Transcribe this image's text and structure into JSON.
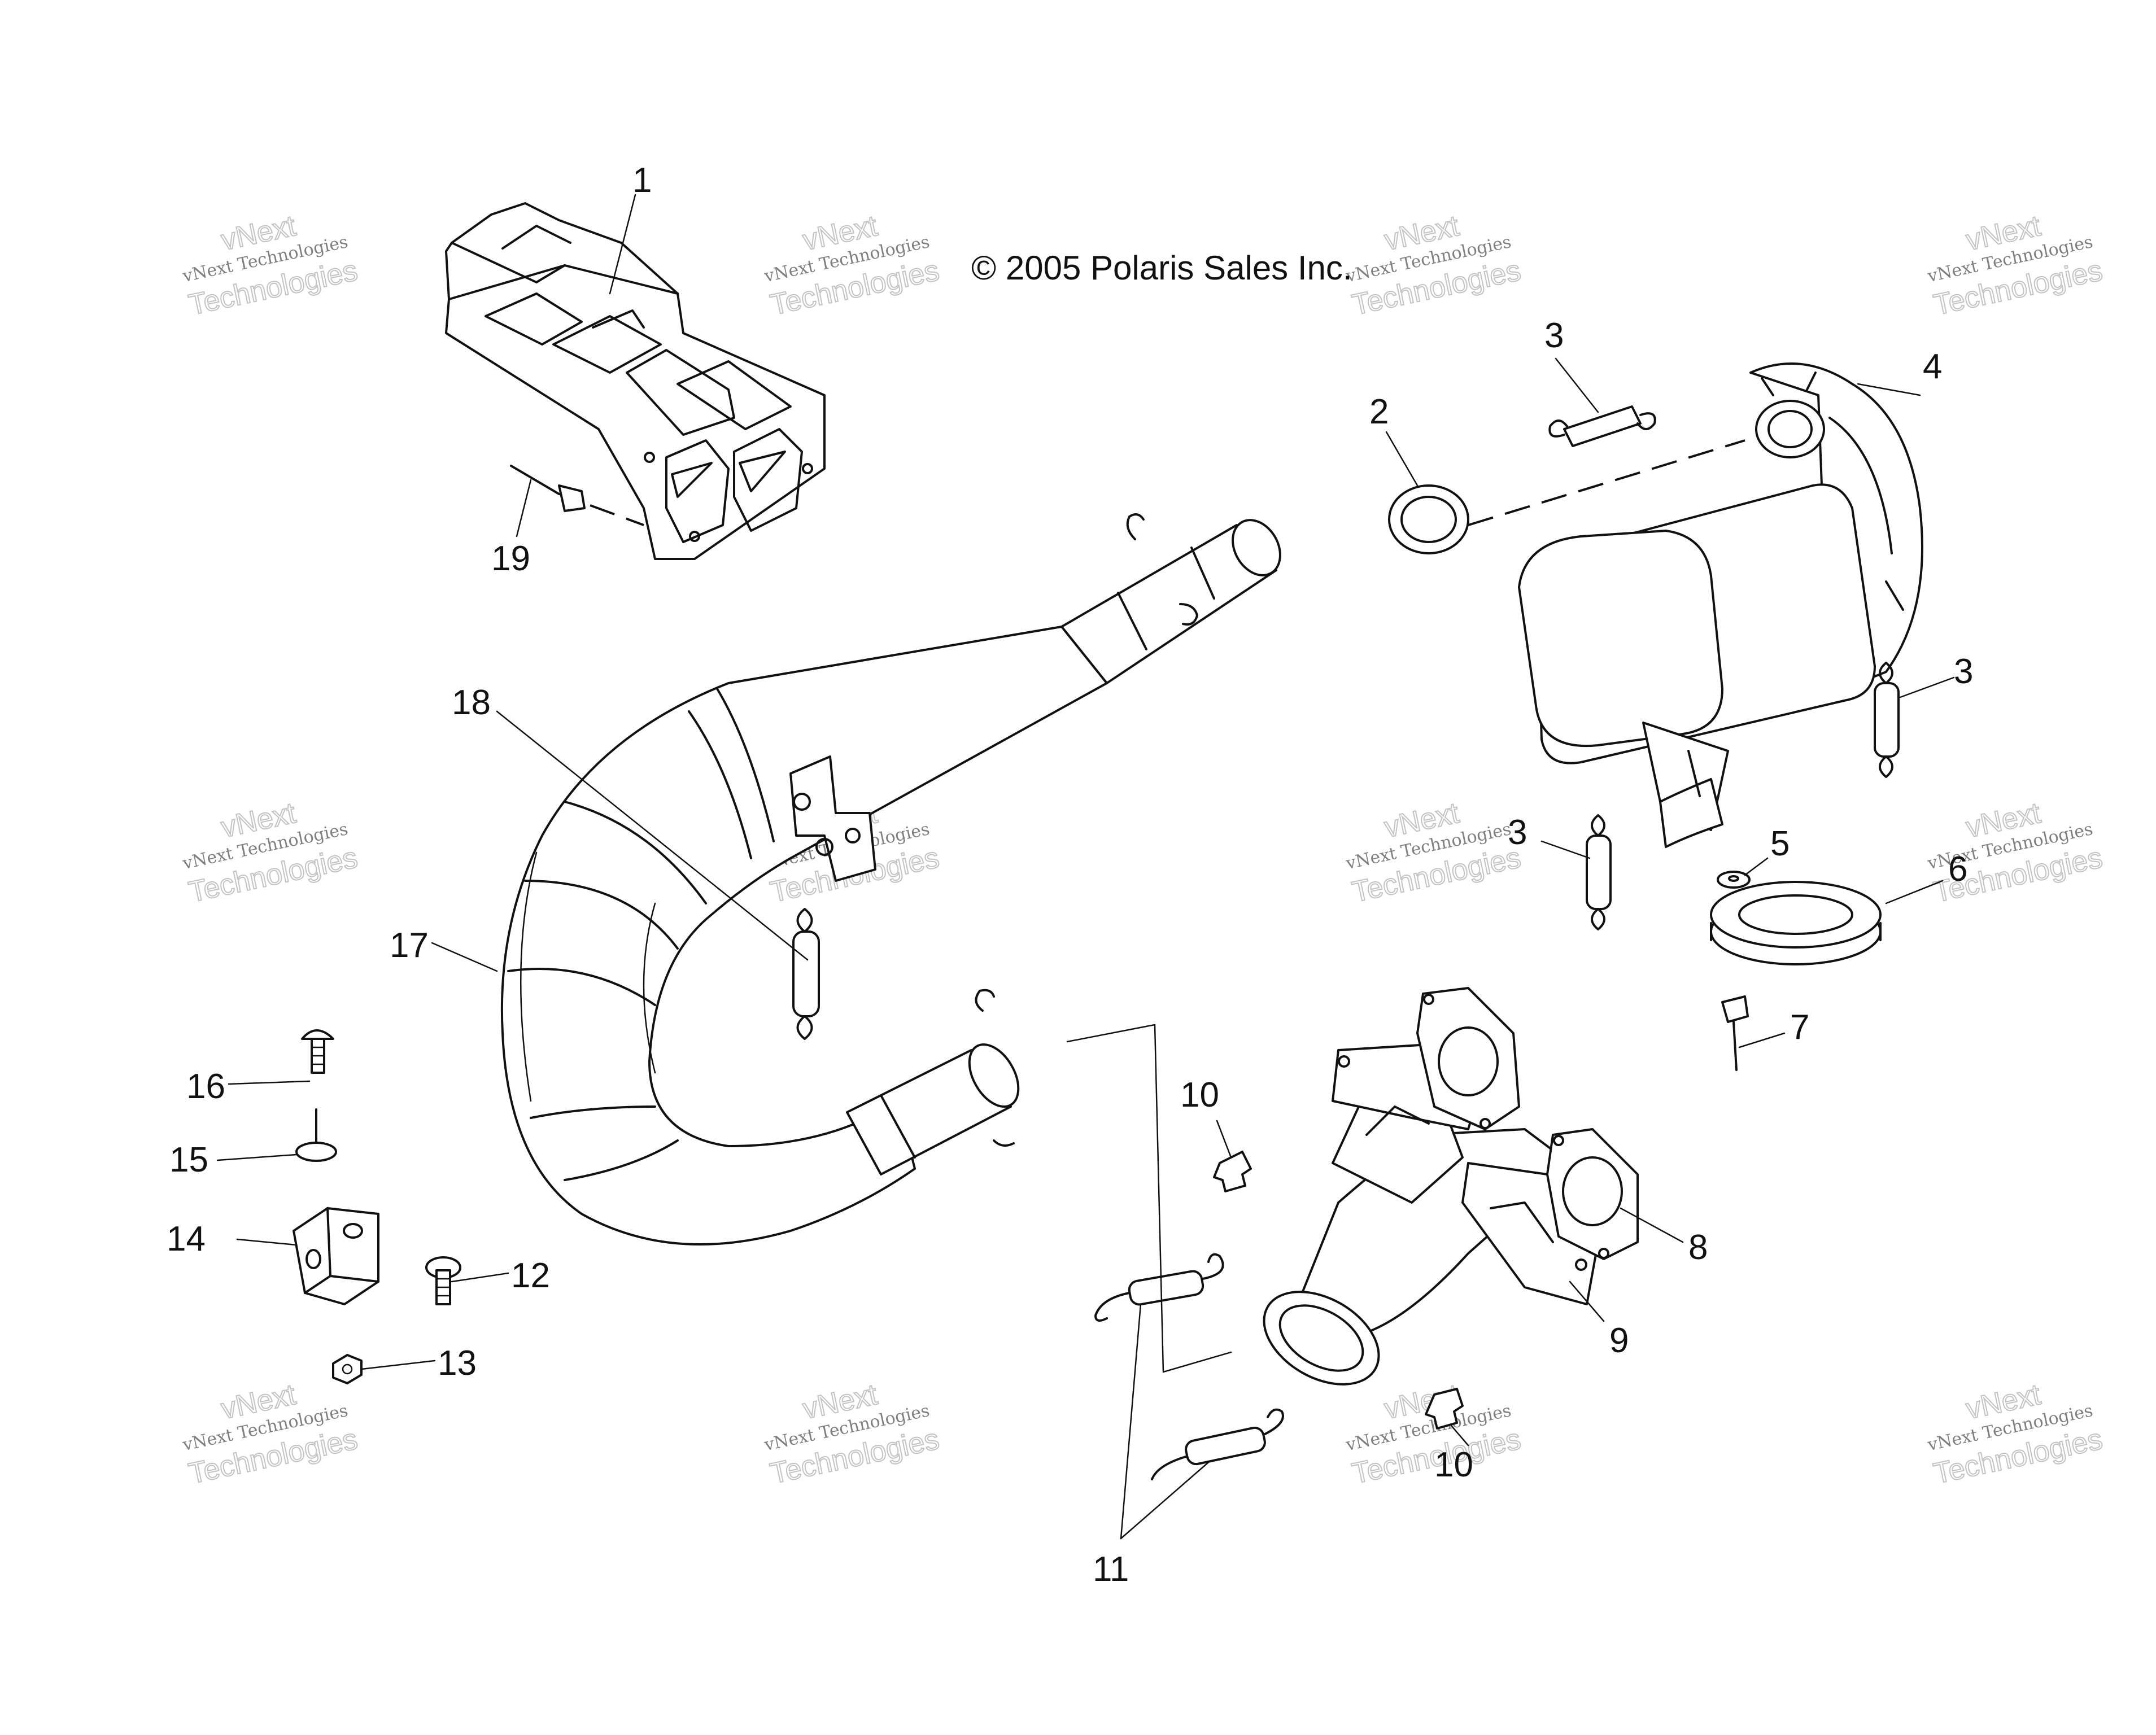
{
  "copyright": "© 2005 Polaris Sales Inc.",
  "watermark": {
    "line1": "vNext",
    "line2": "vNext Technologies",
    "line3": "Technologies"
  },
  "callouts": {
    "c1": "1",
    "c2": "2",
    "c3": "3",
    "c4": "4",
    "c5": "5",
    "c6": "6",
    "c7": "7",
    "c8": "8",
    "c9": "9",
    "c10": "10",
    "c11": "11",
    "c12": "12",
    "c13": "13",
    "c14": "14",
    "c15": "15",
    "c16": "16",
    "c17": "17",
    "c18": "18",
    "c19": "19"
  }
}
